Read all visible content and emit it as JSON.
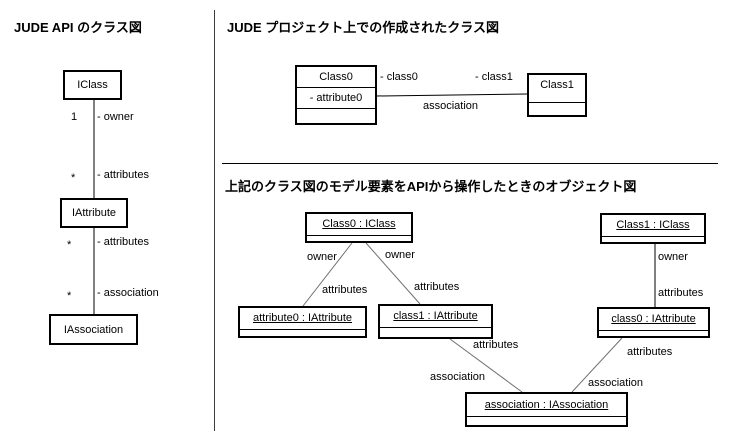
{
  "colors": {
    "border": "#000000",
    "text": "#000000",
    "background": "#ffffff",
    "connector_diagonal": "#707070",
    "connector_straight": "#000000",
    "panel_divider": "#3c3c3c"
  },
  "left_panel": {
    "title": "JUDE API のクラス図",
    "boxes": {
      "iclass": "IClass",
      "iattribute": "IAttribute",
      "iassociation": "IAssociation"
    },
    "labels": {
      "owner_mult": "1",
      "owner_role": "- owner",
      "attributes1_mult": "*",
      "attributes1_role": "- attributes",
      "attributes2_mult": "*",
      "attributes2_role": "- attributes",
      "association_mult": "*",
      "association_role": "- association"
    }
  },
  "class_diagram_panel": {
    "title": "JUDE プロジェクト上での作成されたクラス図",
    "class0": {
      "name": "Class0",
      "attribute": "- attribute0"
    },
    "class1": {
      "name": "Class1"
    },
    "labels": {
      "class0_role": "- class0",
      "class1_role": "- class1",
      "association": "association"
    }
  },
  "object_diagram_panel": {
    "title": "上記のクラス図のモデル要素をAPIから操作したときのオブジェクト図",
    "objects": {
      "class0": "Class0 : IClass",
      "class1": "Class1 : IClass",
      "attribute0": "attribute0 : IAttribute",
      "class1_attr": "class1 : IAttribute",
      "class0_attr": "class0 : IAttribute",
      "association": "association : IAssociation"
    },
    "labels": {
      "owner_left": "owner",
      "owner_right": "owner",
      "attributes_left": "attributes",
      "attributes_right": "attributes",
      "owner_class1": "owner",
      "attributes_class1": "attributes",
      "attributes_assoc_left": "attributes",
      "association_left": "association",
      "attributes_assoc_right": "attributes",
      "association_right": "association"
    }
  }
}
